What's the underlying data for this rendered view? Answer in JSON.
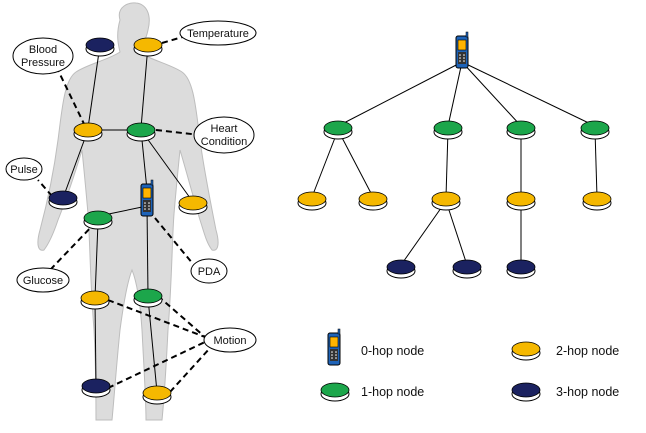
{
  "colors": {
    "green": "#1ca64b",
    "yellow": "#f5b800",
    "navy": "#1b2260",
    "body_fill": "#dcdcdc",
    "body_stroke": "#bdbdbd",
    "phone_body": "#1e63b8",
    "phone_screen": "#ffb400"
  },
  "body_labels": {
    "temperature": "Temperature",
    "blood_pressure": [
      "Blood",
      "Pressure"
    ],
    "heart_condition": [
      "Heart",
      "Condition"
    ],
    "pulse": "Pulse",
    "glucose": "Glucose",
    "pda": "PDA",
    "motion": "Motion"
  },
  "legend": {
    "hop0": "0-hop node",
    "hop1": "1-hop node",
    "hop2": "2-hop node",
    "hop3": "3-hop node"
  },
  "icons": {
    "phone": "mobile-phone-icon",
    "node": "sensor-node-icon",
    "silhouette": "human-body-silhouette"
  }
}
